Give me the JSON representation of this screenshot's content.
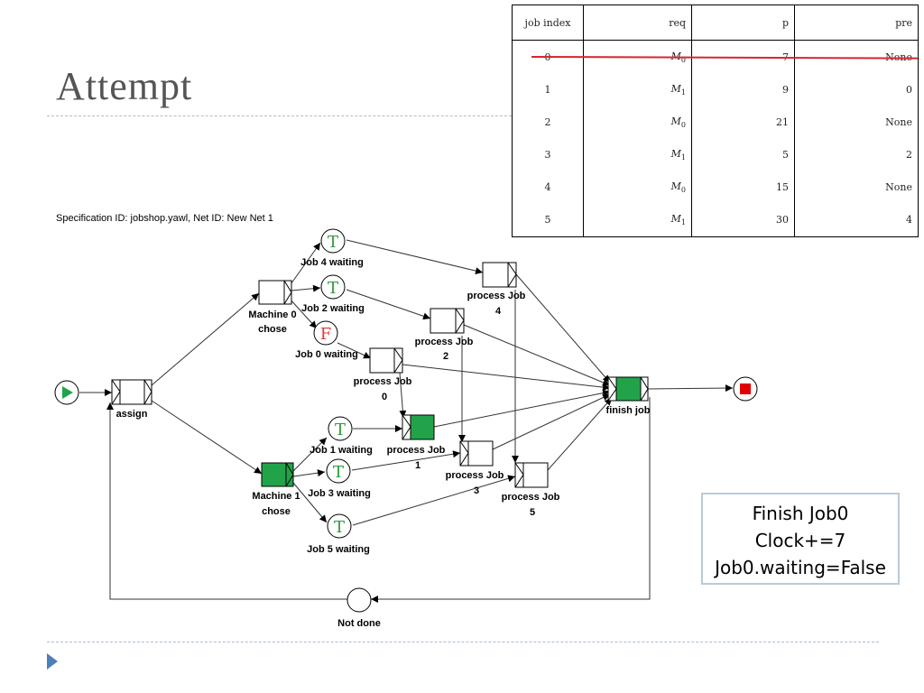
{
  "slide": {
    "title": "Attempt"
  },
  "spec": {
    "text": "Specification ID: jobshop.yawl, Net ID:  New Net 1"
  },
  "table": {
    "headers": [
      "job index",
      "req",
      "p",
      "pre"
    ],
    "rows": [
      {
        "index": "0",
        "req": "M",
        "req_sub": "0",
        "p": "7",
        "pre": "None"
      },
      {
        "index": "1",
        "req": "M",
        "req_sub": "1",
        "p": "9",
        "pre": "0"
      },
      {
        "index": "2",
        "req": "M",
        "req_sub": "0",
        "p": "21",
        "pre": "None"
      },
      {
        "index": "3",
        "req": "M",
        "req_sub": "1",
        "p": "5",
        "pre": "2"
      },
      {
        "index": "4",
        "req": "M",
        "req_sub": "0",
        "p": "15",
        "pre": "None"
      },
      {
        "index": "5",
        "req": "M",
        "req_sub": "1",
        "p": "30",
        "pre": "4"
      }
    ]
  },
  "diagram": {
    "labels": {
      "job4_waiting": "Job 4 waiting",
      "job2_waiting": "Job 2 waiting",
      "job0_waiting": "Job 0 waiting",
      "job1_waiting": "Job 1 waiting",
      "job3_waiting": "Job 3 waiting",
      "job5_waiting": "Job 5 waiting",
      "machine0_l1": "Machine 0",
      "machine0_l2": "chose",
      "machine1_l1": "Machine 1",
      "machine1_l2": "chose",
      "assign": "assign",
      "p4_l1": "process Job",
      "p4_l2": "4",
      "p2_l1": "process Job",
      "p2_l2": "2",
      "p0_l1": "process Job",
      "p0_l2": "0",
      "p1_l1": "process Job",
      "p1_l2": "1",
      "p3_l1": "process Job",
      "p3_l2": "3",
      "p5_l1": "process Job",
      "p5_l2": "5",
      "finish": "finish job",
      "not_done": "Not done"
    },
    "tokens": {
      "job4": "T",
      "job2": "T",
      "job0": "F",
      "job1": "T",
      "job3": "T",
      "job5": "T"
    },
    "colors": {
      "true_token": "#2e9a3a",
      "false_token": "#e03a3a",
      "active_fill": "#22a34a",
      "end_fill": "#e00000"
    }
  },
  "note": {
    "line1": "Finish Job0",
    "line2": "Clock+=7",
    "line3": "Job0.waiting=False"
  }
}
